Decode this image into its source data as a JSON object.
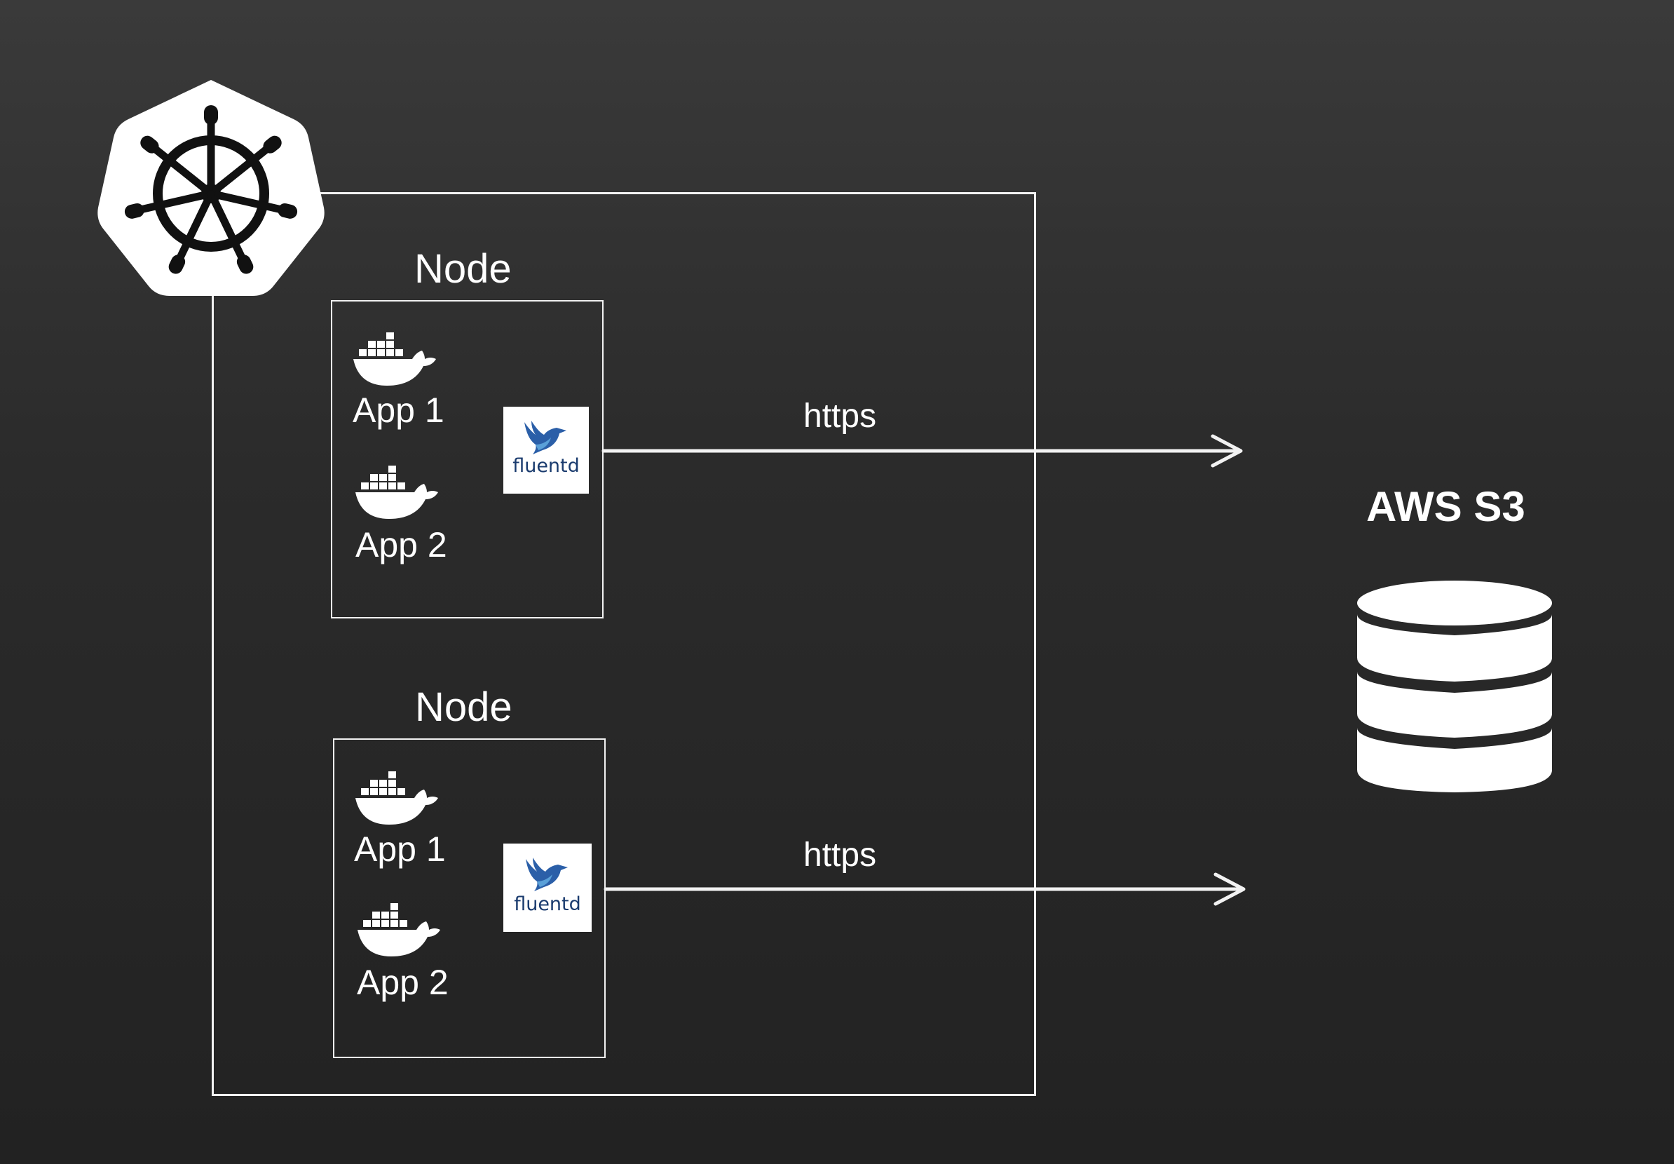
{
  "diagram": {
    "cluster": {
      "icon": "kubernetes-helm-icon"
    },
    "nodes": [
      {
        "label": "Node",
        "apps": [
          {
            "label": "App 1",
            "icon": "docker-whale-icon"
          },
          {
            "label": "App 2",
            "icon": "docker-whale-icon"
          }
        ],
        "collector": {
          "label": "fluentd",
          "icon": "fluentd-bird-icon"
        },
        "connection_label": "https"
      },
      {
        "label": "Node",
        "apps": [
          {
            "label": "App 1",
            "icon": "docker-whale-icon"
          },
          {
            "label": "App 2",
            "icon": "docker-whale-icon"
          }
        ],
        "collector": {
          "label": "fluentd",
          "icon": "fluentd-bird-icon"
        },
        "connection_label": "https"
      }
    ],
    "destination": {
      "label": "AWS S3",
      "icon": "database-icon"
    },
    "colors": {
      "background_top": "#3a3a3a",
      "background_bottom": "#222222",
      "lines": "#f2f2f2",
      "fluentd_blue": "#1a3b6e"
    }
  }
}
